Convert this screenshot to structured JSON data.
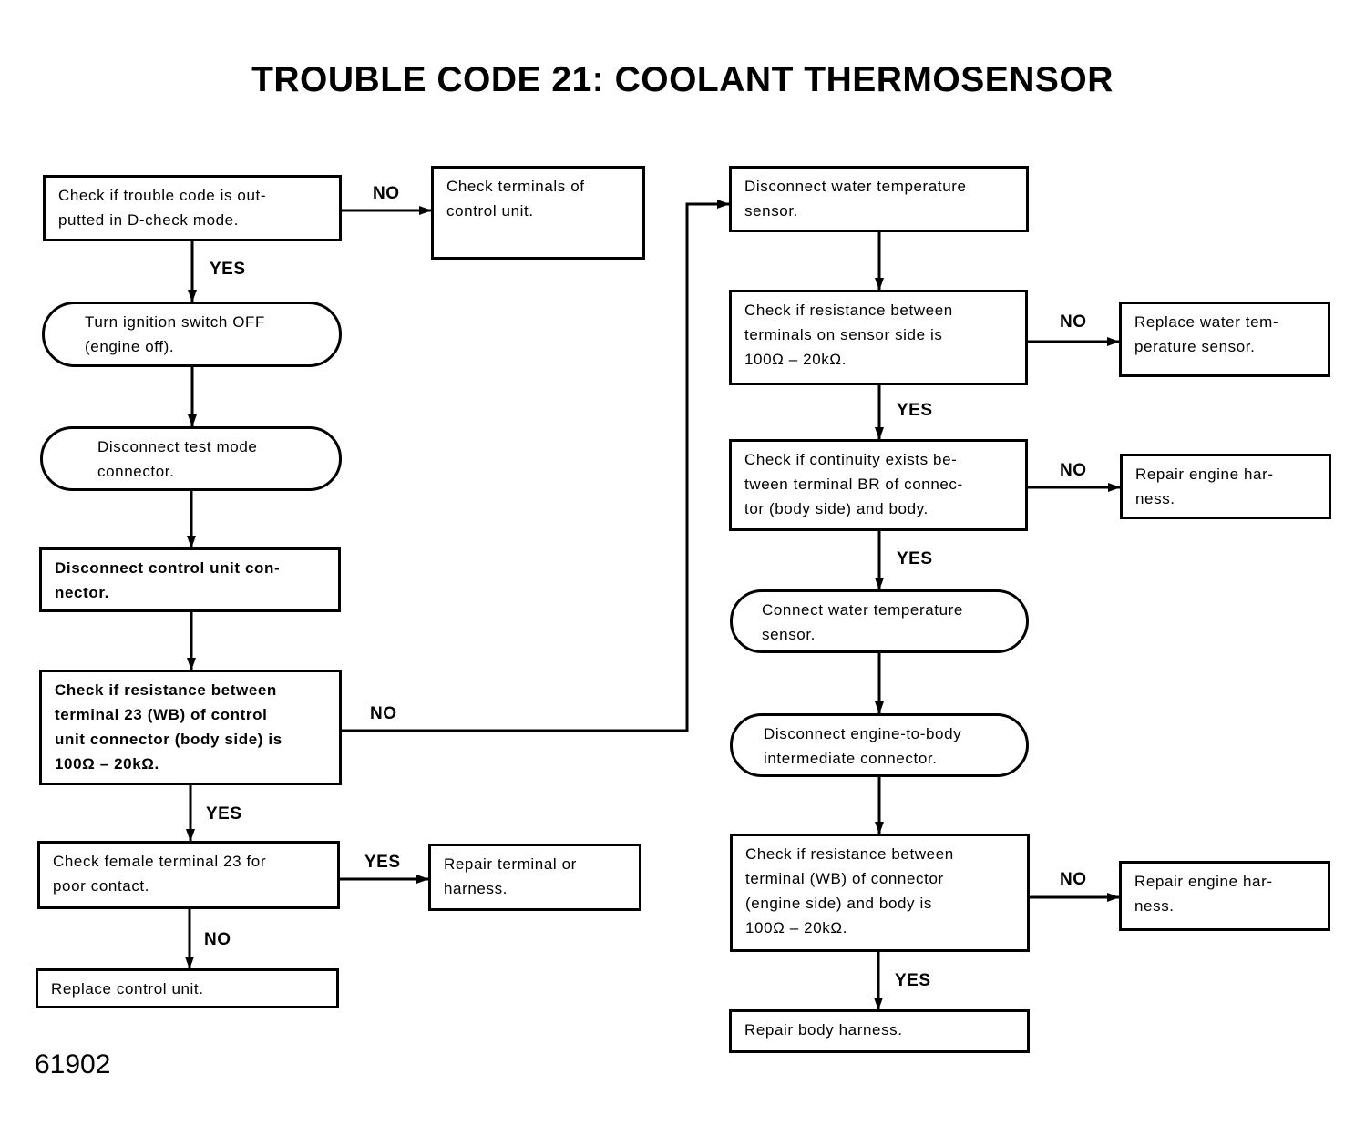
{
  "title": "TROUBLE CODE 21: COOLANT THERMOSENSOR",
  "figure_number": "61902",
  "steps": {
    "check_dcheck": "Check if trouble code is out-\nputted in D-check mode.",
    "check_terminals_cu": "Check terminals of\ncontrol unit.",
    "ign_off": "Turn ignition switch OFF\n(engine off).",
    "disc_test_mode": "Disconnect test mode\nconnector.",
    "disc_cu_connector": "Disconnect control unit con-\nnector.",
    "check_res_t23": "Check if resistance between\nterminal 23 (WB) of control\nunit connector (body side) is\n100Ω – 20kΩ.",
    "check_female_t23": "Check female terminal 23 for\npoor contact.",
    "repair_terminal": "Repair terminal or\nharness.",
    "replace_cu": "Replace control unit.",
    "disc_wts": "Disconnect water temperature\nsensor.",
    "check_res_sensor": "Check if resistance between\nterminals on sensor side is\n100Ω – 20kΩ.",
    "replace_wts": "Replace water tem-\nperature sensor.",
    "check_continuity_br": "Check if continuity exists be-\ntween terminal BR of connec-\ntor (body side) and body.",
    "repair_engine_harness_1": "Repair engine har-\nness.",
    "conn_wts": "Connect water temperature\nsensor.",
    "disc_intermediate": "Disconnect engine-to-body\nintermediate connector.",
    "check_res_wb_engine": "Check if resistance between\nterminal (WB) of connector\n(engine side) and body is\n100Ω – 20kΩ.",
    "repair_engine_harness_2": "Repair engine har-\nness.",
    "repair_body_harness": "Repair body harness."
  },
  "labels": {
    "no_dcheck": "NO",
    "yes_dcheck": "YES",
    "no_t23": "NO",
    "yes_t23": "YES",
    "yes_female": "YES",
    "no_female": "NO",
    "no_sensor": "NO",
    "yes_sensor": "YES",
    "no_continuity": "NO",
    "yes_continuity": "YES",
    "no_wb_engine": "NO",
    "yes_wb_engine": "YES"
  }
}
